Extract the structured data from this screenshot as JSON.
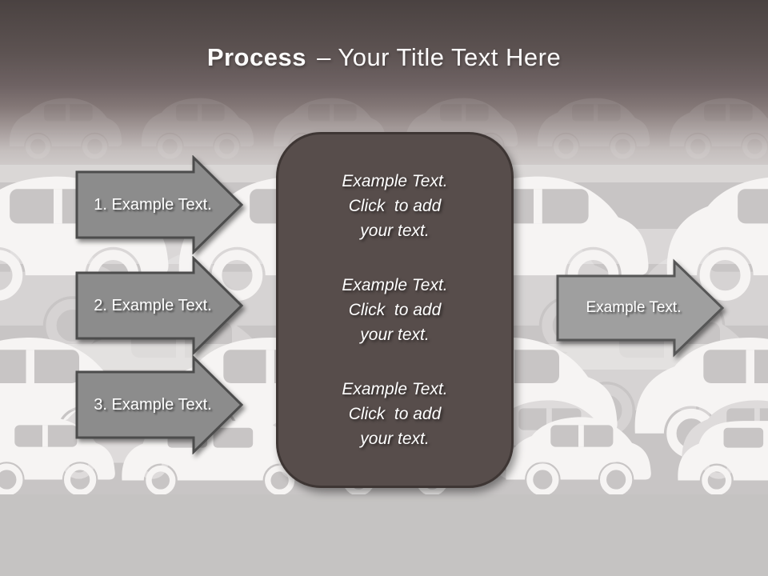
{
  "slide": {
    "title": {
      "bold": "Process",
      "separator_and_rest": "– Your Title Text Here"
    },
    "process_arrows": [
      {
        "label": "1. Example Text."
      },
      {
        "label": "2. Example Text."
      },
      {
        "label": "3. Example Text."
      }
    ],
    "output_arrow": {
      "label": "Example Text."
    },
    "center_box": {
      "blocks": [
        {
          "lines": [
            "Example Text.",
            "Click  to add",
            "your text."
          ]
        },
        {
          "lines": [
            "Example Text.",
            "Click  to add",
            "your text."
          ]
        },
        {
          "lines": [
            "Example Text.",
            "Click  to add",
            "your text."
          ]
        }
      ]
    },
    "background": {
      "description": "traffic jam of overlapping car silhouettes",
      "colors": {
        "header_top": "#4a4241",
        "header_mid": "#6e6261",
        "base_gray": "#c8c5c5",
        "car_white": "#f6f4f3",
        "car_gray": "#d6d3d3",
        "bottom_gray": "#c5c3c2"
      }
    },
    "colors": {
      "arrow_fill": "#8c8c8c",
      "arrow_border": "#4c4c4c",
      "output_arrow_fill": "#9f9f9f",
      "output_arrow_border": "#565656",
      "box_fill": "#574d4b",
      "box_border": "#3e3634",
      "text": "#ffffff"
    }
  }
}
